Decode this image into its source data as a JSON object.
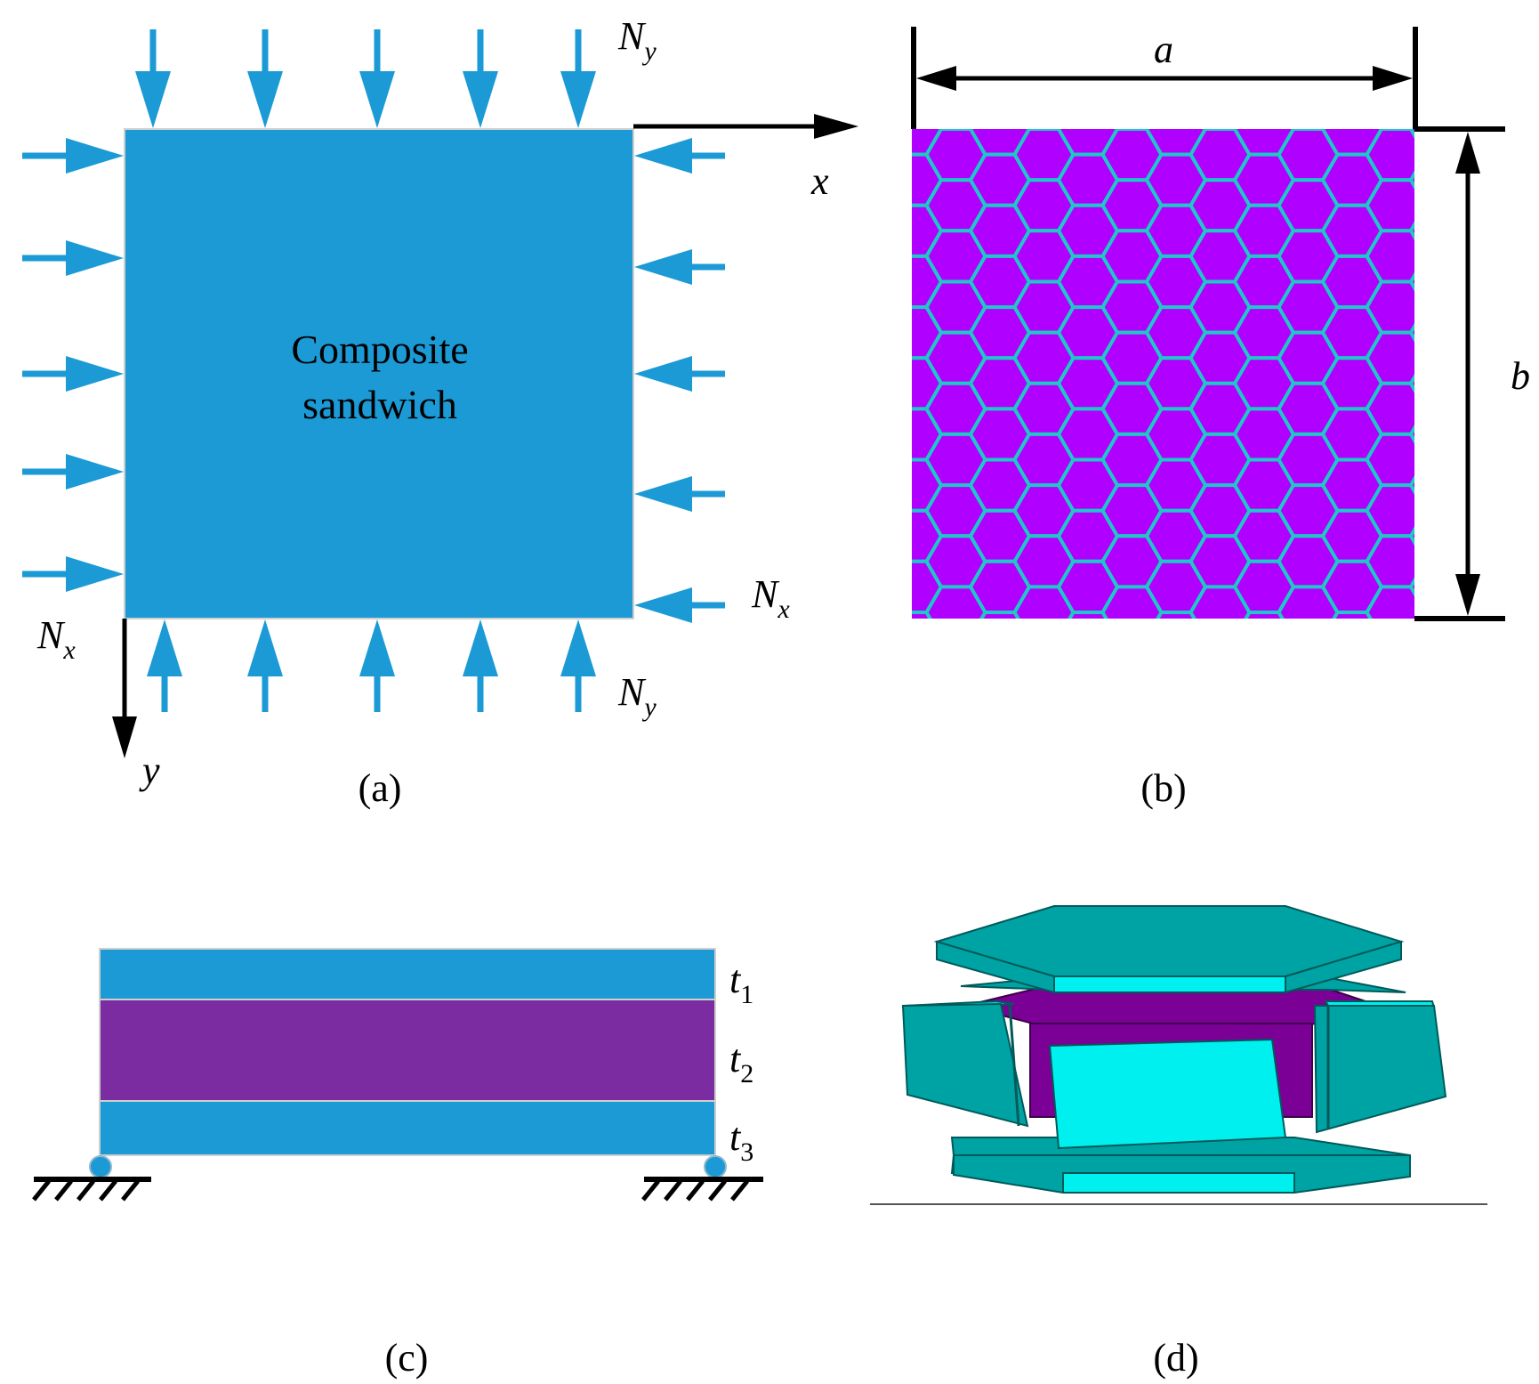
{
  "panels": {
    "a": {
      "caption": "(a)",
      "plate_text": [
        "Composite",
        "sandwich"
      ],
      "axis_x": "x",
      "axis_y": "y",
      "load_ny": {
        "main": "N",
        "sub": "y"
      },
      "load_nx": {
        "main": "N",
        "sub": "x"
      }
    },
    "b": {
      "caption": "(b)",
      "dim_width": "a",
      "dim_height": "b"
    },
    "c": {
      "caption": "(c)",
      "layers": [
        {
          "main": "t",
          "sub": "1"
        },
        {
          "main": "t",
          "sub": "2"
        },
        {
          "main": "t",
          "sub": "3"
        }
      ]
    },
    "d": {
      "caption": "(d)"
    }
  },
  "colors": {
    "face_sheet": "#1b9ad6",
    "core": "#7b2ca0",
    "honeycomb_fill": "#b000ff",
    "honeycomb_wall": "#1fc7c7",
    "cell_teal": "#00a3a3",
    "cell_cyan": "#00f0f0",
    "cell_purple": "#7a0096",
    "arrow_blue": "#1b9ad6",
    "black": "#000000"
  }
}
